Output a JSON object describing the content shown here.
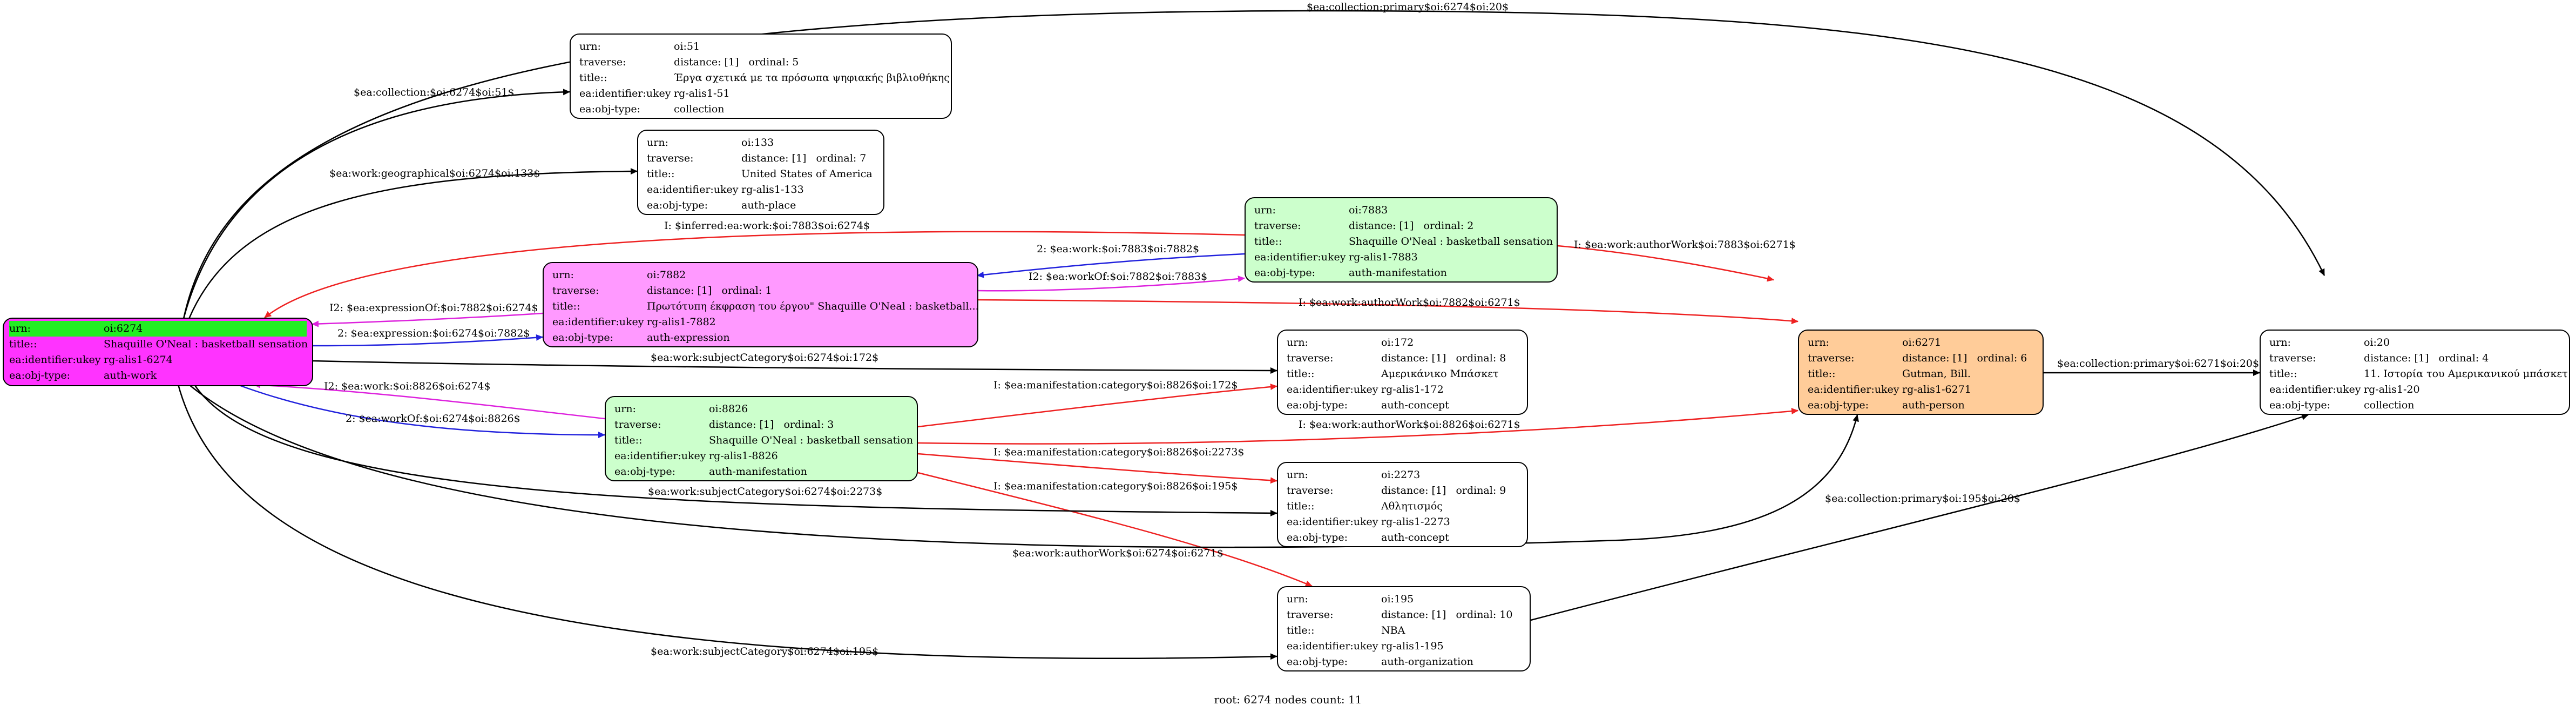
{
  "nodes": {
    "n6274": {
      "fill": "#ff33ff",
      "urn_highlight": "#22ee22",
      "rows": [
        {
          "key": "urn:",
          "value": "oi:6274"
        },
        {
          "key": "title::",
          "value": "Shaquille O'Neal : basketball sensation"
        },
        {
          "key": "ea:identifier:ukey",
          "value": "rg-alis1-6274"
        },
        {
          "key": "ea:obj-type:",
          "value": "auth-work"
        }
      ]
    },
    "n51": {
      "fill": "#ffffff",
      "rows": [
        {
          "key": "urn:",
          "value": "oi:51"
        },
        {
          "key": "traverse:",
          "value": "distance: [1]",
          "extra": "ordinal: 5"
        },
        {
          "key": "title::",
          "value": "Έργα σχετικά με τα πρόσωπα ψηφιακής βιβλιοθήκης"
        },
        {
          "key": "ea:identifier:ukey",
          "value": "rg-alis1-51"
        },
        {
          "key": "ea:obj-type:",
          "value": "collection"
        }
      ]
    },
    "n133": {
      "fill": "#ffffff",
      "rows": [
        {
          "key": "urn:",
          "value": "oi:133"
        },
        {
          "key": "traverse:",
          "value": "distance: [1]",
          "extra": "ordinal: 7"
        },
        {
          "key": "title::",
          "value": "United States of America"
        },
        {
          "key": "ea:identifier:ukey",
          "value": "rg-alis1-133"
        },
        {
          "key": "ea:obj-type:",
          "value": "auth-place"
        }
      ]
    },
    "n7883": {
      "fill": "#ccffcc",
      "rows": [
        {
          "key": "urn:",
          "value": "oi:7883"
        },
        {
          "key": "traverse:",
          "value": "distance: [1]",
          "extra": "ordinal: 2"
        },
        {
          "key": "title::",
          "value": "Shaquille O'Neal : basketball sensation"
        },
        {
          "key": "ea:identifier:ukey",
          "value": "rg-alis1-7883"
        },
        {
          "key": "ea:obj-type:",
          "value": "auth-manifestation"
        }
      ]
    },
    "n7882": {
      "fill": "#ff99ff",
      "rows": [
        {
          "key": "urn:",
          "value": "oi:7882"
        },
        {
          "key": "traverse:",
          "value": "distance: [1]",
          "extra": "ordinal: 1"
        },
        {
          "key": "title::",
          "value": "Πρωτότυπη έκφραση του έργου\" Shaquille O'Neal : basketball..."
        },
        {
          "key": "ea:identifier:ukey",
          "value": "rg-alis1-7882"
        },
        {
          "key": "ea:obj-type:",
          "value": "auth-expression"
        }
      ]
    },
    "n172": {
      "fill": "#ffffff",
      "rows": [
        {
          "key": "urn:",
          "value": "oi:172"
        },
        {
          "key": "traverse:",
          "value": "distance: [1]",
          "extra": "ordinal: 8"
        },
        {
          "key": "title::",
          "value": "Αμερικάνικο Μπάσκετ"
        },
        {
          "key": "ea:identifier:ukey",
          "value": "rg-alis1-172"
        },
        {
          "key": "ea:obj-type:",
          "value": "auth-concept"
        }
      ]
    },
    "n6271": {
      "fill": "#ffcc99",
      "rows": [
        {
          "key": "urn:",
          "value": "oi:6271"
        },
        {
          "key": "traverse:",
          "value": "distance: [1]",
          "extra": "ordinal: 6"
        },
        {
          "key": "title::",
          "value": "Gutman, Bill."
        },
        {
          "key": "ea:identifier:ukey",
          "value": "rg-alis1-6271"
        },
        {
          "key": "ea:obj-type:",
          "value": "auth-person"
        }
      ]
    },
    "n20": {
      "fill": "#ffffff",
      "rows": [
        {
          "key": "urn:",
          "value": "oi:20"
        },
        {
          "key": "traverse:",
          "value": "distance: [1]",
          "extra": "ordinal: 4"
        },
        {
          "key": "title::",
          "value": "11. Ιστορία του Αμερικανικού μπάσκετ"
        },
        {
          "key": "ea:identifier:ukey",
          "value": "rg-alis1-20"
        },
        {
          "key": "ea:obj-type:",
          "value": "collection"
        }
      ]
    },
    "n8826": {
      "fill": "#ccffcc",
      "rows": [
        {
          "key": "urn:",
          "value": "oi:8826"
        },
        {
          "key": "traverse:",
          "value": "distance: [1]",
          "extra": "ordinal: 3"
        },
        {
          "key": "title::",
          "value": "Shaquille O'Neal : basketball sensation"
        },
        {
          "key": "ea:identifier:ukey",
          "value": "rg-alis1-8826"
        },
        {
          "key": "ea:obj-type:",
          "value": "auth-manifestation"
        }
      ]
    },
    "n2273": {
      "fill": "#ffffff",
      "rows": [
        {
          "key": "urn:",
          "value": "oi:2273"
        },
        {
          "key": "traverse:",
          "value": "distance: [1]",
          "extra": "ordinal: 9"
        },
        {
          "key": "title::",
          "value": "Αθλητισμός"
        },
        {
          "key": "ea:identifier:ukey",
          "value": "rg-alis1-2273"
        },
        {
          "key": "ea:obj-type:",
          "value": "auth-concept"
        }
      ]
    },
    "n195": {
      "fill": "#ffffff",
      "rows": [
        {
          "key": "urn:",
          "value": "oi:195"
        },
        {
          "key": "traverse:",
          "value": "distance: [1]",
          "extra": "ordinal: 10"
        },
        {
          "key": "title::",
          "value": "NBA"
        },
        {
          "key": "ea:identifier:ukey",
          "value": "rg-alis1-195"
        },
        {
          "key": "ea:obj-type:",
          "value": "auth-organization"
        }
      ]
    }
  },
  "edges": [
    {
      "id": "e-col-primary-20",
      "label": "$ea:collection:primary$oi:6274$oi:20$",
      "color": "#000000"
    },
    {
      "id": "e-col-51",
      "label": "$ea:collection:$oi:6274$oi:51$",
      "color": "#000000"
    },
    {
      "id": "e-geo-133",
      "label": "$ea:work:geographical$oi:6274$oi:133$",
      "color": "#000000"
    },
    {
      "id": "e-inferred-7883",
      "label": "I: $inferred:ea:work:$oi:7883$oi:6274$",
      "color": "#ee2222"
    },
    {
      "id": "e-work-7883-7882",
      "label": "2: $ea:work:$oi:7883$oi:7882$",
      "color": "#2222dd"
    },
    {
      "id": "e-workOf-7882-7883",
      "label": "I2: $ea:workOf:$oi:7882$oi:7883$",
      "color": "#dd22dd"
    },
    {
      "id": "e-author-7883-6271",
      "label": "I: $ea:work:authorWork$oi:7883$oi:6271$",
      "color": "#ee2222"
    },
    {
      "id": "e-exprOf-7882-6274",
      "label": "I2: $ea:expressionOf:$oi:7882$oi:6274$",
      "color": "#dd22dd"
    },
    {
      "id": "e-expr-6274-7882",
      "label": "2: $ea:expression:$oi:6274$oi:7882$",
      "color": "#2222dd"
    },
    {
      "id": "e-author-7882-6271",
      "label": "I: $ea:work:authorWork$oi:7882$oi:6271$",
      "color": "#ee2222"
    },
    {
      "id": "e-subj-172",
      "label": "$ea:work:subjectCategory$oi:6274$oi:172$",
      "color": "#000000"
    },
    {
      "id": "e-col-primary-6271-20",
      "label": "$ea:collection:primary$oi:6271$oi:20$",
      "color": "#000000"
    },
    {
      "id": "e-workOf-8826-6274",
      "label": "I2: $ea:work:$oi:8826$oi:6274$",
      "color": "#dd22dd"
    },
    {
      "id": "e-workOf-6274-8826",
      "label": "2: $ea:workOf:$oi:6274$oi:8826$",
      "color": "#2222dd"
    },
    {
      "id": "e-manif-8826-172",
      "label": "I: $ea:manifestation:category$oi:8826$oi:172$",
      "color": "#ee2222"
    },
    {
      "id": "e-author-8826-6271",
      "label": "I: $ea:work:authorWork$oi:8826$oi:6271$",
      "color": "#ee2222"
    },
    {
      "id": "e-manif-8826-2273",
      "label": "I: $ea:manifestation:category$oi:8826$oi:2273$",
      "color": "#ee2222"
    },
    {
      "id": "e-manif-8826-195",
      "label": "I: $ea:manifestation:category$oi:8826$oi:195$",
      "color": "#ee2222"
    },
    {
      "id": "e-subj-2273",
      "label": "$ea:work:subjectCategory$oi:6274$oi:2273$",
      "color": "#000000"
    },
    {
      "id": "e-col-primary-195-20",
      "label": "$ea:collection:primary$oi:195$oi:20$",
      "color": "#000000"
    },
    {
      "id": "e-author-6274-6271",
      "label": "$ea:work:authorWork$oi:6274$oi:6271$",
      "color": "#000000"
    },
    {
      "id": "e-subj-195",
      "label": "$ea:work:subjectCategory$oi:6274$oi:195$",
      "color": "#000000"
    }
  ],
  "footer": "root: 6274 nodes count: 11"
}
